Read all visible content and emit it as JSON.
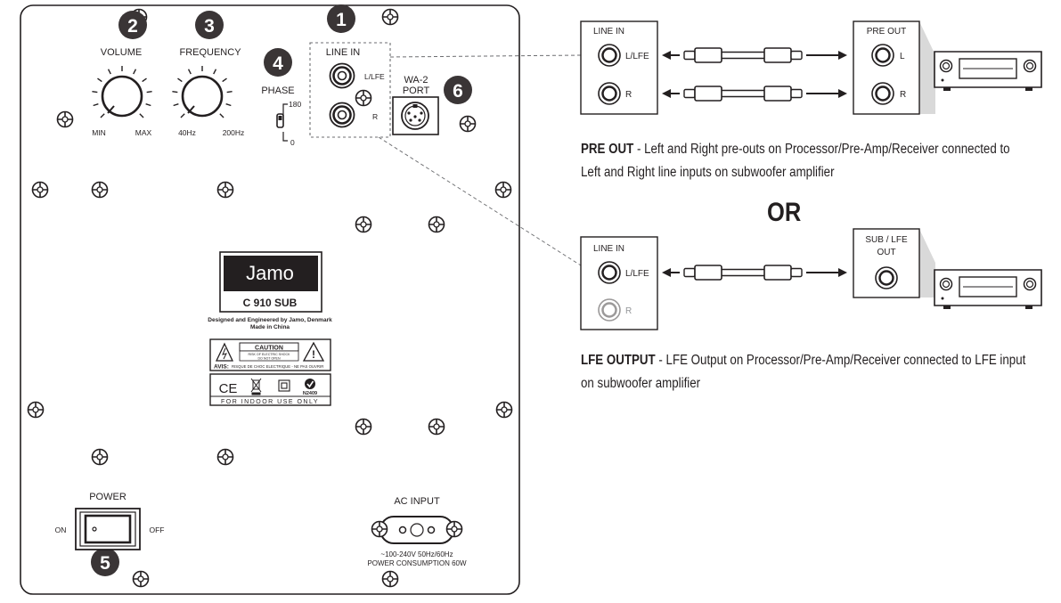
{
  "panel": {
    "callouts": [
      "1",
      "2",
      "3",
      "4",
      "5",
      "6"
    ],
    "volume": {
      "label": "VOLUME",
      "min": "MIN",
      "max": "MAX"
    },
    "frequency": {
      "label": "FREQUENCY",
      "min": "40Hz",
      "max": "200Hz"
    },
    "phase": {
      "label": "PHASE",
      "top": "180",
      "bottom": "0"
    },
    "line_in": {
      "label": "LINE IN",
      "lfe": "L/LFE",
      "r": "R"
    },
    "wa2": {
      "line1": "WA-2",
      "line2": "PORT"
    },
    "logo": {
      "brand": "Jamo",
      "model": "C 910 SUB"
    },
    "designed": {
      "line1": "Designed and Engineered by Jamo, Denmark",
      "line2": "Made in China"
    },
    "caution": {
      "title": "CAUTION",
      "sub1": "RISK OF ELECTRIC SHOCK",
      "sub2": "DO NOT OPEN",
      "avis_label": "AVIS:",
      "avis_text": "RISQUE DE CHOC ELECTRIQUE - NE PAS OUVRIR"
    },
    "certs": {
      "ce": "CE",
      "n_code": "N2409",
      "indoor": "FOR INDOOR USE ONLY"
    },
    "power": {
      "label": "POWER",
      "on": "ON",
      "off": "OFF"
    },
    "ac": {
      "label": "AC INPUT",
      "line1": "~100-240V 50Hz/60Hz",
      "line2": "POWER CONSUMPTION 60W"
    }
  },
  "diagram_top": {
    "left_box": {
      "title": "LINE IN",
      "l": "L/LFE",
      "r": "R"
    },
    "right_box": {
      "title": "PRE OUT",
      "l": "L",
      "r": "R"
    }
  },
  "desc_top": {
    "bold": "PRE OUT",
    "line1": " - Left and Right pre-outs on Processor/Pre-Amp/Receiver connected to",
    "line2": "Left and Right line inputs on subwoofer amplifier"
  },
  "or_text": "OR",
  "diagram_bottom": {
    "left_box": {
      "title": "LINE IN",
      "l": "L/LFE",
      "r": "R"
    },
    "right_box": {
      "title1": "SUB / LFE",
      "title2": "OUT"
    }
  },
  "desc_bottom": {
    "bold": "LFE OUTPUT",
    "line1": " - LFE Output on Processor/Pre-Amp/Receiver connected to LFE input",
    "line2": "on subwoofer amplifier"
  }
}
